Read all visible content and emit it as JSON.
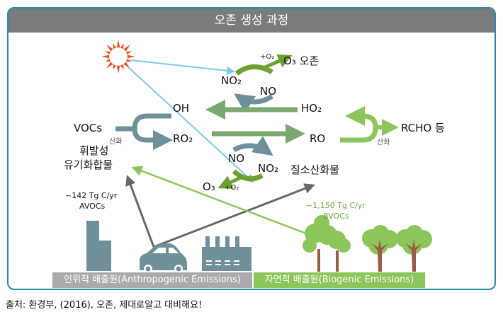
{
  "title": "오존 생성 과정",
  "labels": {
    "o3_ozone": "O₃ 오존",
    "plus_o2_top": "+O₂",
    "no2_top": "NO₂",
    "no_top": "NO",
    "oh": "OH",
    "ho2": "HO₂",
    "vocs": "VOCs",
    "oxidation_left": "산화",
    "ro2": "RO₂",
    "ro": "RO",
    "rcho": "RCHO 등",
    "oxidation_right": "산화",
    "voc_korean_line1": "휘발성",
    "voc_korean_line2": "유기화합물",
    "no_bottom": "NO",
    "no2_bottom": "NO₂",
    "nitrogen_oxides": "질소산화물",
    "o3_bottom": "O₃",
    "plus_o2_bottom": "+O₂",
    "avocs_amount": "~142 Tg C/yr",
    "avocs": "AVOCs",
    "bvocs_amount": "~1,150 Tg C/yr",
    "bvocs": "BVOCs"
  },
  "sources": {
    "anthropogenic": "인위적 배출원(Anthropogenic Emissions)",
    "biogenic": "자연적 배출원(Biogenic Emissions)"
  },
  "caption": "출처: 환경부, (2016), 오존, 제대로알고 대비해요!",
  "colors": {
    "frame_border": "#2f86a8",
    "title_bg": "#7a7b7d",
    "sun": "#e8572a",
    "sunlight": "#7ec8ea",
    "slate": "#6f8f9a",
    "green_arrow": "#7aa86e",
    "light_green": "#8cc55c",
    "dark_green": "#6ea131",
    "gray_arrow": "#666666",
    "anthro_bar": "#a9aaac",
    "bio_bar": "#8cc55c",
    "tree": "#8cc55c",
    "trunk": "#9a5a45"
  }
}
